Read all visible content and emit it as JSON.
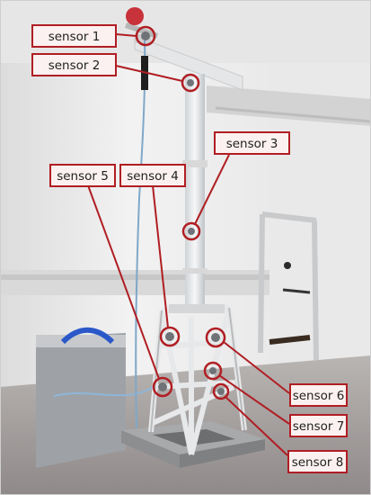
{
  "colors": {
    "accent": "#b01e23",
    "label_bg": "#fbf1f0",
    "text": "#1e1e1e"
  },
  "labels": {
    "sensor1": "sensor 1",
    "sensor2": "sensor 2",
    "sensor3": "sensor 3",
    "sensor4": "sensor 4",
    "sensor5": "sensor 5",
    "sensor6": "sensor 6",
    "sensor7": "sensor 7",
    "sensor8": "sensor 8"
  }
}
